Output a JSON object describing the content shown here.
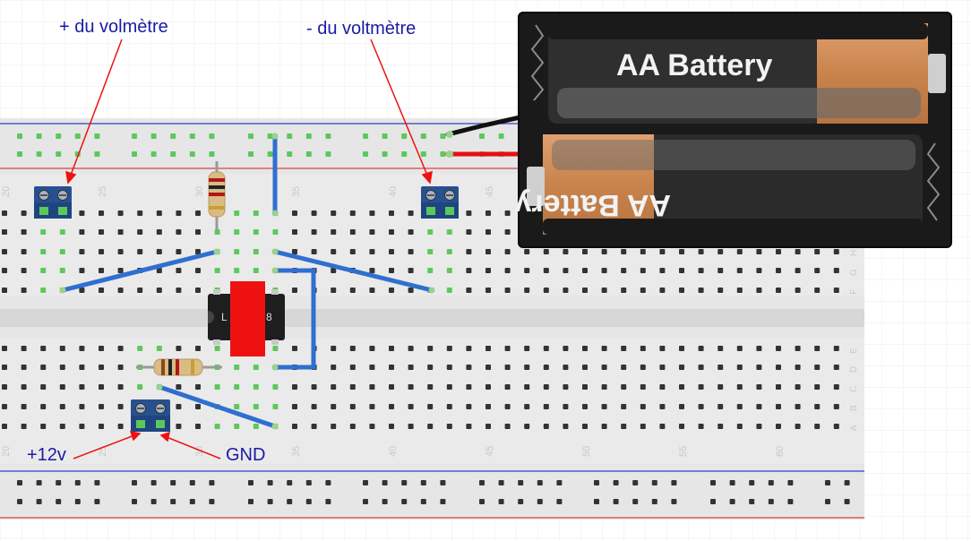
{
  "annotations": {
    "plus_voltmeter": "+ du volmètre",
    "minus_voltmeter": "- du voltmètre",
    "plus_12v": "+12v",
    "gnd": "GND"
  },
  "battery": {
    "label_top": "AA Battery",
    "label_bottom": "AA Battery"
  },
  "chip": {
    "left_text": "L",
    "right_text": "8"
  },
  "breadboard": {
    "top_column_numbers": [
      "20",
      "25",
      "30",
      "35",
      "40",
      "45"
    ],
    "bottom_column_numbers": [
      "20",
      "25",
      "30",
      "35",
      "40",
      "45",
      "50",
      "55",
      "60"
    ],
    "row_letters_top": [
      "H",
      "G",
      "F"
    ],
    "row_letters_bottom": [
      "E",
      "D",
      "C",
      "B",
      "A"
    ]
  },
  "colors": {
    "wire": "#2f6fd0",
    "rail_red": "#e04040",
    "rail_blue": "#3040c0",
    "hole_active": "#5cc85c",
    "chip_overlay": "#ee1111",
    "annotation_arrow": "#ee1111",
    "annotation_text": "#1a1aa6",
    "battery_casing": "#1a1a1a",
    "battery_cap": "#d08a50"
  }
}
